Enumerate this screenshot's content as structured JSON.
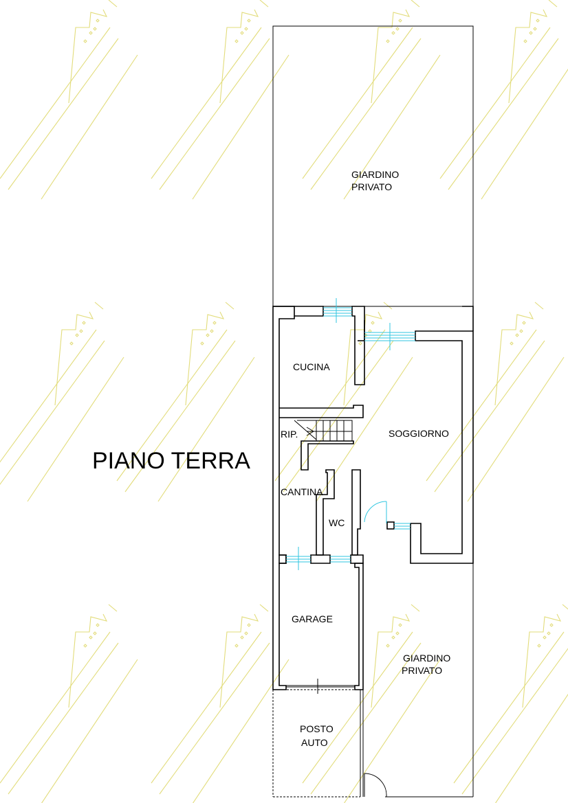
{
  "title": "PIANO TERRA",
  "rooms": {
    "giardino_top": [
      "GIARDINO",
      "PRIVATO"
    ],
    "cucina": "CUCINA",
    "rip": "RIP.",
    "soggiorno": "SOGGIORNO",
    "cantina": "CANTINA",
    "wc": "WC",
    "garage": "GARAGE",
    "giardino_bottom": [
      "GIARDINO",
      "PRIVATO"
    ],
    "posto_auto": [
      "POSTO",
      "AUTO"
    ]
  },
  "colors": {
    "walls": "#000000",
    "windows": "#2fc6e0",
    "watermark": "#e2dc7a"
  }
}
